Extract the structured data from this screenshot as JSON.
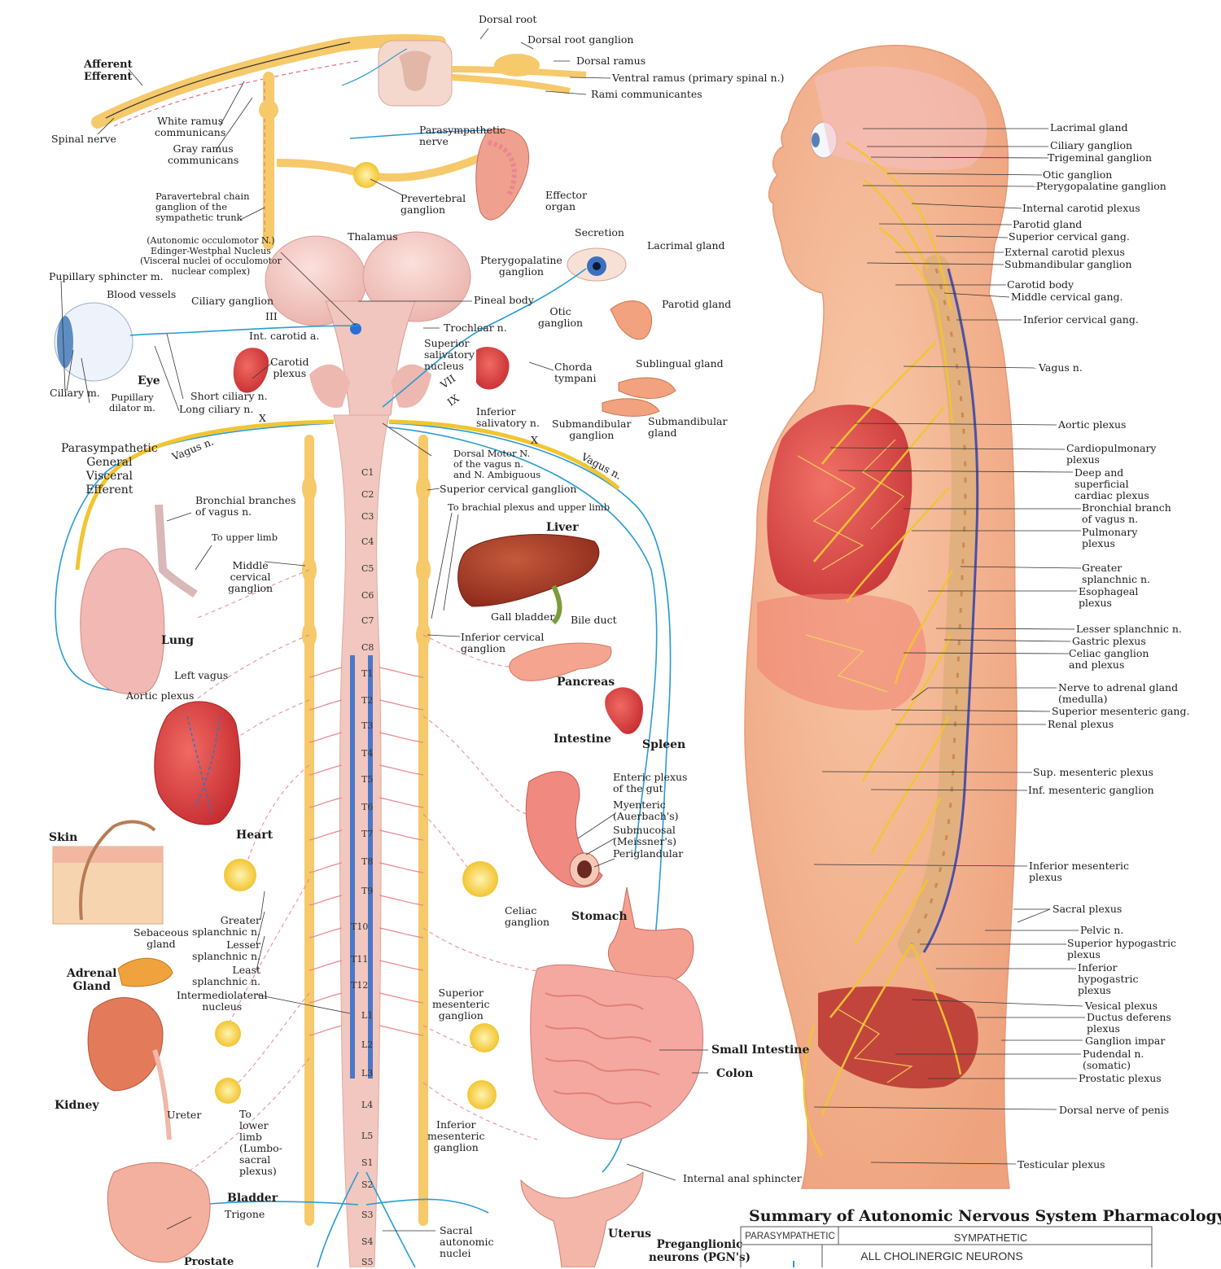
{
  "diagram": {
    "top_labels": {
      "dorsal_root": "Dorsal root",
      "dorsal_root_ganglion": "Dorsal root ganglion",
      "dorsal_ramus": "Dorsal ramus",
      "ventral_ramus": "Ventral ramus (primary spinal n.)",
      "rami_communicantes": "Rami communicantes",
      "afferent_efferent": "Afferent\nEfferent",
      "spinal_nerve": "Spinal nerve",
      "white_ramus": "White ramus\ncommunicans",
      "gray_ramus": "Gray ramus\ncommunicans",
      "parasympathetic_nerve": "Parasympathetic\nnerve",
      "paravertebral": "Paravertebral chain\nganglion of the\nsympathetic trunk",
      "prevertebral": "Prevertebral\nganglion",
      "effector_organ": "Effector\norgan"
    },
    "head_labels": {
      "edinger": "(Autonomic occulomotor N.)\nEdinger-Westphal Nucleus\n(Visceral nuclei of occulomotor\nnuclear complex)",
      "thalamus": "Thalamus",
      "secretion": "Secretion",
      "lacrimal_gland": "Lacrimal gland",
      "pterygopalatine": "Pterygopalatine\nganglion",
      "pupillary_sphincter": "Pupillary sphincter m.",
      "blood_vessels": "Blood vessels",
      "ciliary_ganglion": "Ciliary ganglion",
      "nerve_iii": "III",
      "pineal_body": "Pineal body",
      "parotid_gland": "Parotid gland",
      "int_carotid": "Int. carotid a.",
      "otic_ganglion": "Otic\nganglion",
      "trochlear": "Trochlear n.",
      "carotid_plexus": "Carotid\nplexus",
      "superior_salivatory": "Superior\nsalivatory\nnucleus",
      "chorda_tympani": "Chorda\ntympani",
      "sublingual_gland": "Sublingual gland",
      "eye": "Eye",
      "ciliary_m": "Ciliary m.",
      "pupillary_dilator": "Pupillary\ndilator m.",
      "short_ciliary": "Short ciliary n.",
      "long_ciliary": "Long ciliary n.",
      "nerve_vii": "VII",
      "nerve_ix": "IX",
      "inferior_salivatory": "Inferior\nsalivatory n.",
      "submandibular_ganglion": "Submandibular\nganglion",
      "submandibular_gland": "Submandibular\ngland",
      "nerve_x_left": "X",
      "nerve_x_right": "X"
    },
    "trunk_labels": {
      "parasympathetic_gve": "Parasympathetic\nGeneral\nVisceral\nEfferent",
      "vagus_left": "Vagus n.",
      "vagus_right": "Vagus n.",
      "dorsal_motor": "Dorsal Motor N.\nof the vagus n.\nand N. Ambiguous",
      "superior_cervical": "Superior cervical ganglion",
      "brachial": "To brachial plexus and upper limb",
      "bronchial_branches": "Bronchial branches\nof vagus n.",
      "to_upper_limb": "To upper limb",
      "middle_cervical": "Middle\ncervical\nganglion",
      "liver": "Liver",
      "gall_bladder": "Gall bladder",
      "bile_duct": "Bile duct",
      "inferior_cervical": "Inferior cervical\nganglion",
      "lung": "Lung",
      "left_vagus": "Left vagus",
      "aortic_plexus": "Aortic plexus",
      "pancreas": "Pancreas",
      "intestine": "Intestine",
      "spleen": "Spleen",
      "enteric": "Enteric plexus\nof the gut",
      "myenteric": "Myenteric\n(Auerbach's)",
      "submucosal": "Submucosal\n(Meissner's)",
      "periglandular": "Periglandular",
      "skin": "Skin",
      "heart": "Heart",
      "greater_splanchnic": "Greater\nsplanchnic n.",
      "lesser_splanchnic": "Lesser\nsplanchnic n.",
      "least_splanchnic": "Least\nsplanchnic n.",
      "intermediolateral": "Intermediolateral\nnucleus",
      "sebaceous": "Sebaceous\ngland",
      "adrenal": "Adrenal\nGland",
      "celiac": "Celiac\nganglion",
      "stomach": "Stomach",
      "superior_mesenteric": "Superior\nmesenteric\nganglion",
      "small_intestine": "Small Intestine",
      "colon": "Colon",
      "kidney": "Kidney",
      "ureter": "Ureter",
      "lower_limb": "To\nlower\nlimb\n(Lumbo-\nsacral\nplexus)",
      "inferior_mesenteric": "Inferior\nmesenteric\nganglion",
      "internal_anal": "Internal anal sphincter",
      "bladder": "Bladder",
      "trigone": "Trigone",
      "prostate": "Prostate",
      "sacral_nuclei": "Sacral\nautonomic\nnuclei",
      "uterus": "Uterus",
      "preganglionic": "Preganglionic\nneurons (PGN's)"
    },
    "segments": [
      "C1",
      "C2",
      "C3",
      "C4",
      "C5",
      "C6",
      "C7",
      "C8",
      "T1",
      "T2",
      "T3",
      "T4",
      "T5",
      "T6",
      "T7",
      "T8",
      "T9",
      "T10",
      "T11",
      "T12",
      "L1",
      "L2",
      "L3",
      "L4",
      "L5",
      "S1",
      "S2",
      "S3",
      "S4",
      "S5"
    ],
    "body_labels": {
      "lacrimal": "Lacrimal gland",
      "ciliary": "Ciliary ganglion",
      "trigeminal": "Trigeminal ganglion",
      "otic": "Otic ganglion",
      "pterygopalatine": "Pterygopalatine ganglion",
      "internal_carotid": "Internal carotid plexus",
      "parotid": "Parotid gland",
      "superior_cervical": "Superior cervical gang.",
      "external_carotid": "External carotid plexus",
      "submandibular": "Submandibular ganglion",
      "carotid_body": "Carotid body",
      "middle_cervical": "Middle cervical gang.",
      "inferior_cervical": "Inferior cervical gang.",
      "vagus": "Vagus n.",
      "aortic": "Aortic plexus",
      "cardiopulmonary": "Cardiopulmonary\nplexus",
      "cardiac": "Deep and\nsuperficial\ncardiac plexus",
      "bronchial": "Bronchial branch\nof vagus n.",
      "pulmonary": "Pulmonary\nplexus",
      "greater_splanchnic": "Greater\nsplanchnic n.",
      "esophageal": "Esophageal\nplexus",
      "lesser_splanchnic": "Lesser splanchnic n.",
      "gastric": "Gastric plexus",
      "celiac": "Celiac ganglion\nand plexus",
      "adrenal": "Nerve to adrenal gland\n(medulla)",
      "sup_mesenteric_gang": "Superior mesenteric gang.",
      "renal": "Renal plexus",
      "sup_mesenteric_plexus": "Sup. mesenteric plexus",
      "inf_mesenteric_gang": "Inf. mesenteric ganglion",
      "inf_mesenteric_plexus": "Inferior mesenteric\nplexus",
      "sacral": "Sacral plexus",
      "pelvic": "Pelvic n.",
      "sup_hypogastric": "Superior hypogastric\nplexus",
      "inf_hypogastric": "Inferior\nhypogastric\nplexus",
      "vesical": "Vesical plexus",
      "ductus": "Ductus deferens\nplexus",
      "impar": "Ganglion impar",
      "pudendal": "Pudendal n.\n(somatic)",
      "prostatic": "Prostatic plexus",
      "dorsal_penis": "Dorsal nerve of penis",
      "testicular": "Testicular plexus"
    },
    "summary": {
      "title": "Summary of Autonomic Nervous System Pharmacology",
      "col_parasympathetic": "PARASYMPATHETIC",
      "col_sympathetic": "SYMPATHETIC",
      "row_cholinergic": "ALL CHOLINERGIC NEURONS"
    },
    "colors": {
      "nerve_yellow": "#f2c531",
      "sympathetic_pink": "#e9868e",
      "parasympathetic_blue": "#2a9bd3",
      "skin_tone": "#f4b08e",
      "organ_red": "#d9333a",
      "cord_pink": "#f2c7bf",
      "cord_blue": "#4a78c8"
    }
  }
}
